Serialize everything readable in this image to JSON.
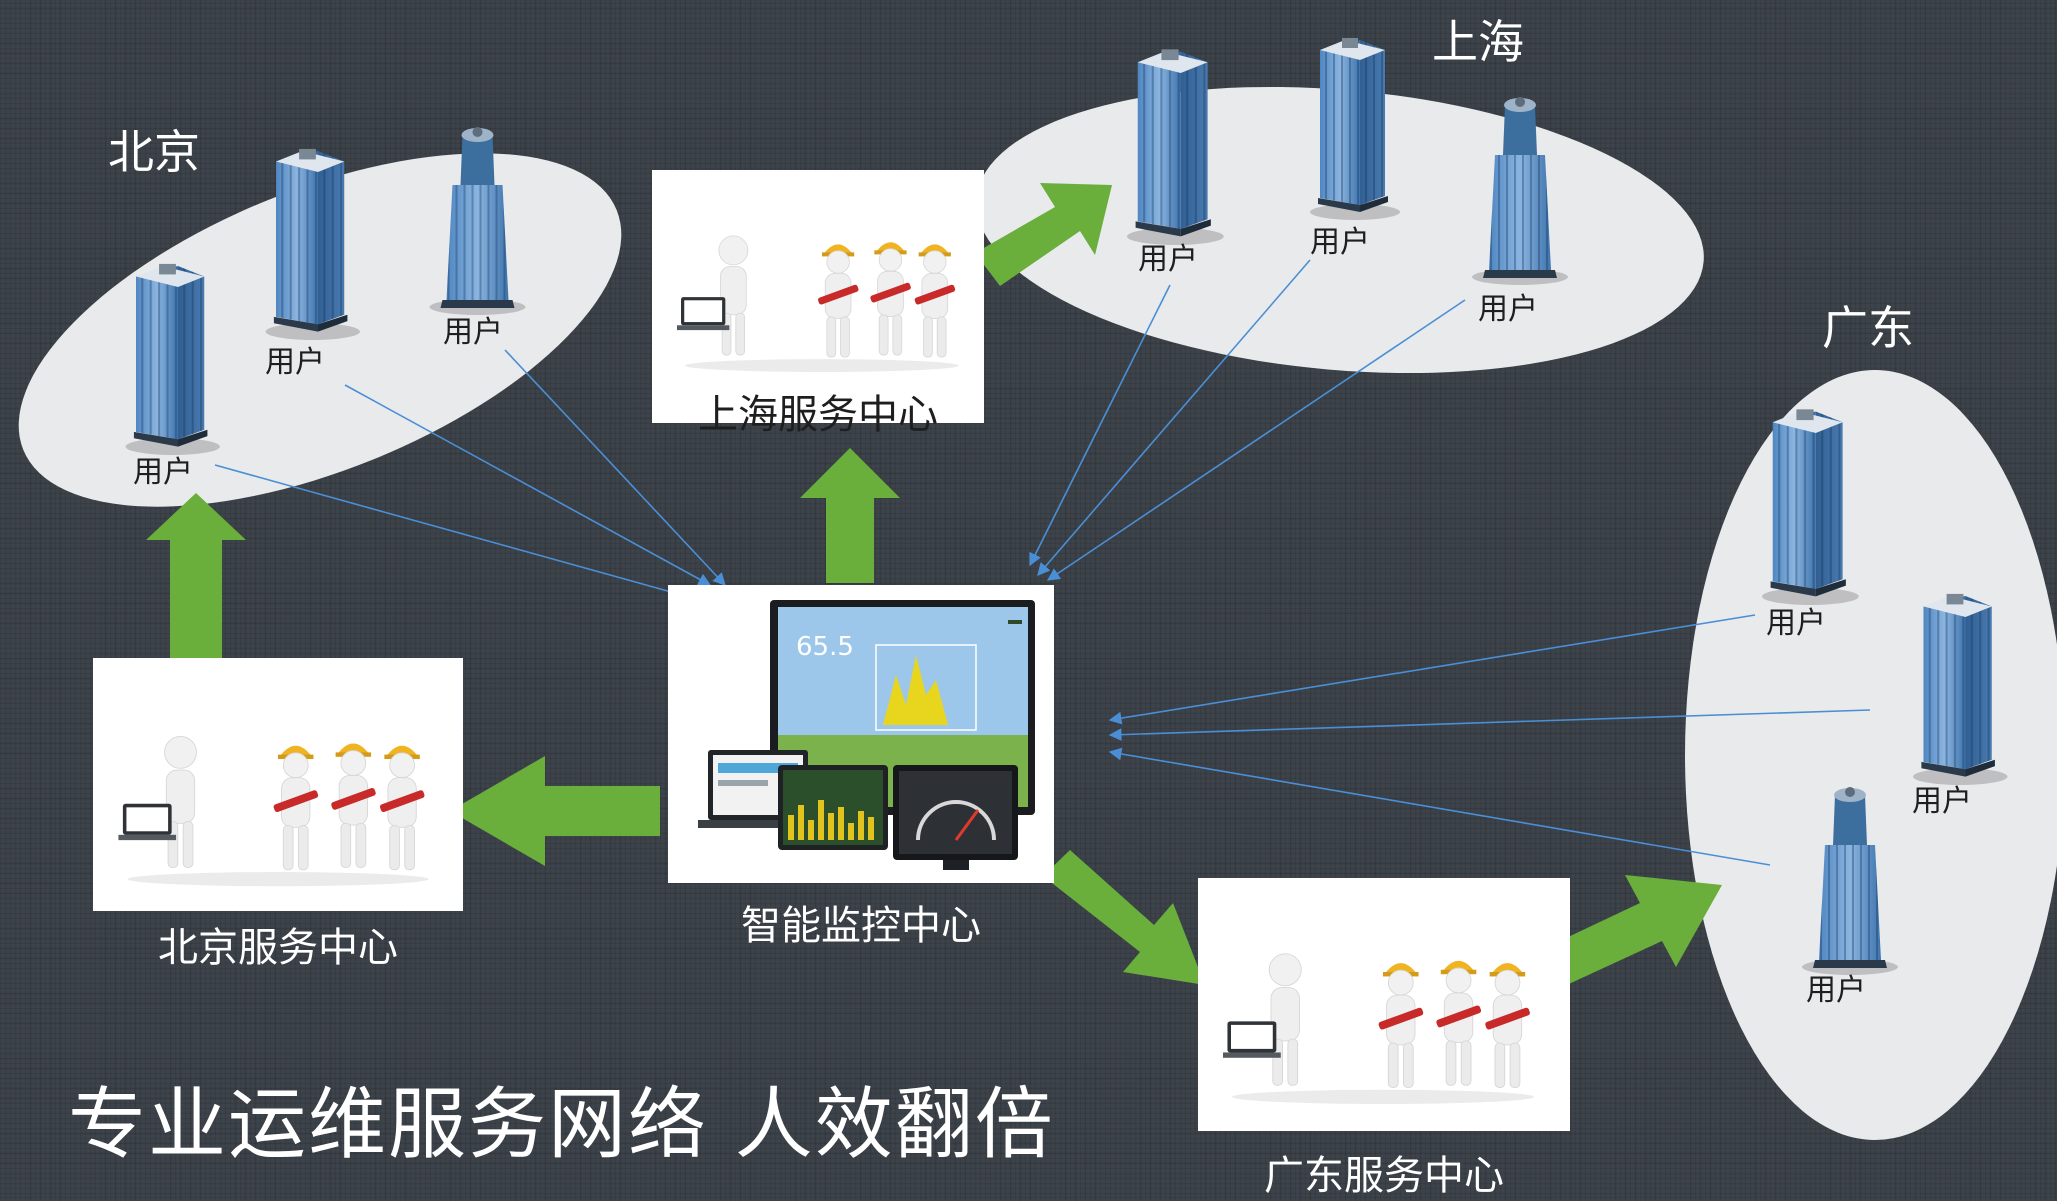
{
  "title": "专业运维服务网络 人效翻倍",
  "regions": {
    "beijing": {
      "name": "北京",
      "users": [
        "用户",
        "用户",
        "用户"
      ]
    },
    "shanghai": {
      "name": "上海",
      "users": [
        "用户",
        "用户",
        "用户"
      ]
    },
    "guangdong": {
      "name": "广东",
      "users": [
        "用户",
        "用户",
        "用户"
      ]
    }
  },
  "centers": {
    "monitor": {
      "label": "智能监控中心",
      "screen_value": "65.5"
    },
    "beijing": {
      "label": "北京服务中心"
    },
    "shanghai": {
      "label": "上海服务中心"
    },
    "guangdong": {
      "label": "广东服务中心"
    }
  },
  "colors": {
    "arrow_green": "#6aae3c",
    "link_blue": "#4a8fd6",
    "ellipse": "#e9eaec",
    "background": "#3d434a"
  },
  "icons": [
    "office-building-icon",
    "server-tower-icon",
    "worker-team-icon",
    "laptop-user-icon",
    "monitor-dashboard-icon"
  ]
}
